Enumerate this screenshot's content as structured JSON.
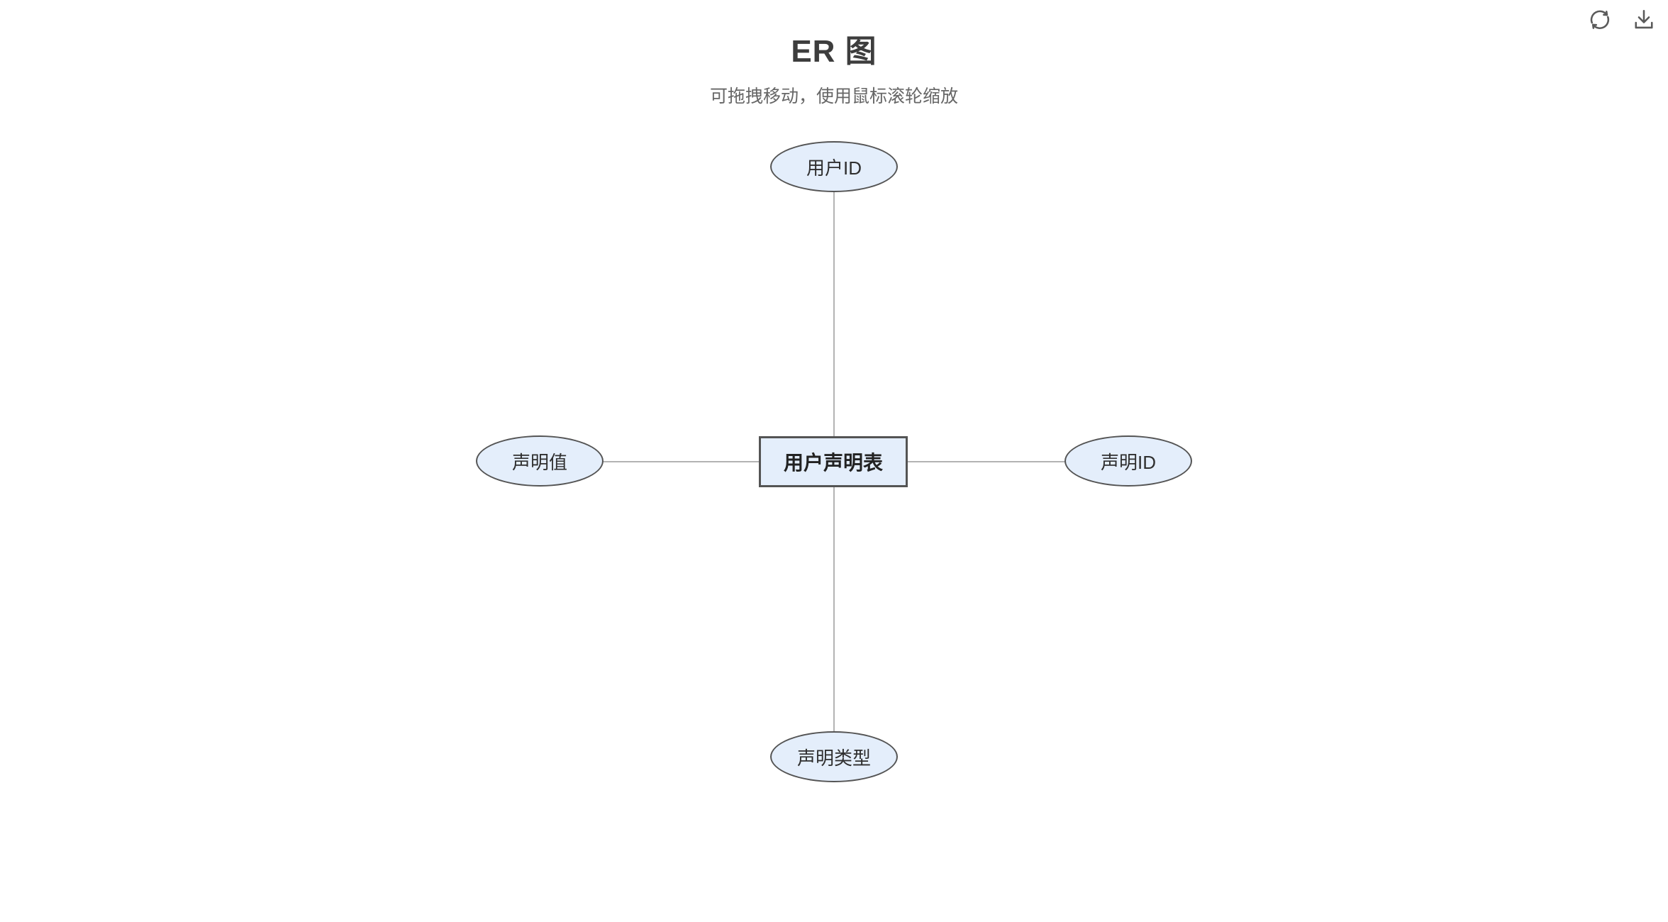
{
  "header": {
    "title": "ER 图",
    "subtitle": "可拖拽移动，使用鼠标滚轮缩放"
  },
  "toolbar": {
    "buttons": [
      {
        "name": "refresh",
        "icon": "refresh-icon"
      },
      {
        "name": "download",
        "icon": "download-icon"
      }
    ]
  },
  "diagram": {
    "type": "er-diagram",
    "entity": {
      "label": "用户声明表",
      "shape": "rectangle"
    },
    "attributes": [
      {
        "label": "用户ID",
        "position": "top",
        "shape": "ellipse"
      },
      {
        "label": "声明ID",
        "position": "right",
        "shape": "ellipse"
      },
      {
        "label": "声明类型",
        "position": "bottom",
        "shape": "ellipse"
      },
      {
        "label": "声明值",
        "position": "left",
        "shape": "ellipse"
      }
    ],
    "connectors": [
      {
        "from": "用户声明表",
        "to": "用户ID"
      },
      {
        "from": "用户声明表",
        "to": "声明ID"
      },
      {
        "from": "用户声明表",
        "to": "声明类型"
      },
      {
        "from": "用户声明表",
        "to": "声明值"
      }
    ],
    "colors": {
      "node_fill": "#e4eefb",
      "node_border": "#545454",
      "connector": "#b3b3b3",
      "title_color": "#3d3d3d",
      "subtitle_color": "#666666",
      "icon_color": "#5a5a5a"
    }
  }
}
